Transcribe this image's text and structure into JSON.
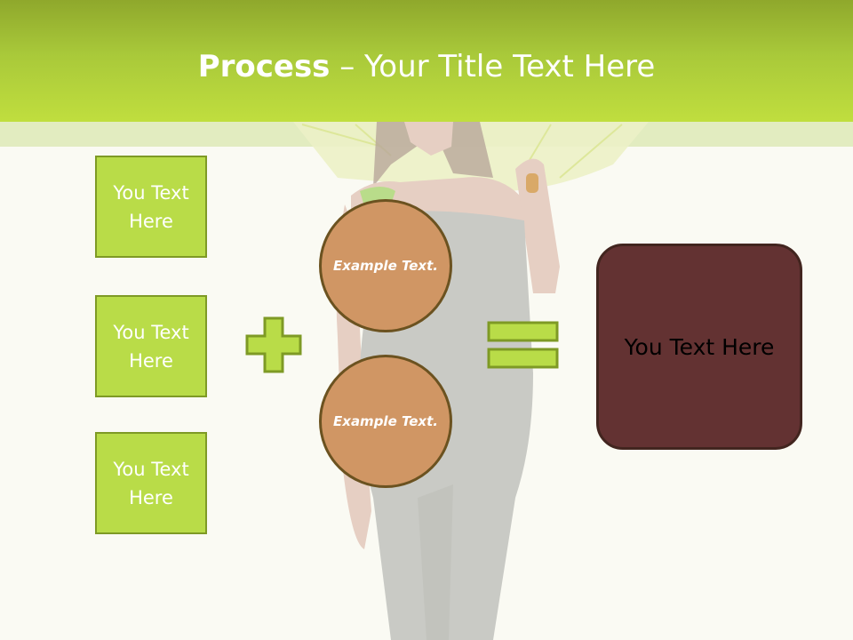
{
  "header": {
    "title_bold": "Process",
    "title_rest": " – Your Title Text Here"
  },
  "left_boxes": [
    {
      "label": "You Text Here"
    },
    {
      "label": "You Text Here"
    },
    {
      "label": "You Text Here"
    }
  ],
  "circles": [
    {
      "label": "Example Text."
    },
    {
      "label": "Example Text."
    }
  ],
  "operators": {
    "plus": "plus-icon",
    "equals": "equals-icon"
  },
  "result": {
    "label": "You Text Here"
  },
  "colors": {
    "header_green": "#a9c93a",
    "box_green": "#b9dc48",
    "circle_tan": "#d09664",
    "result_maroon": "#633232"
  }
}
